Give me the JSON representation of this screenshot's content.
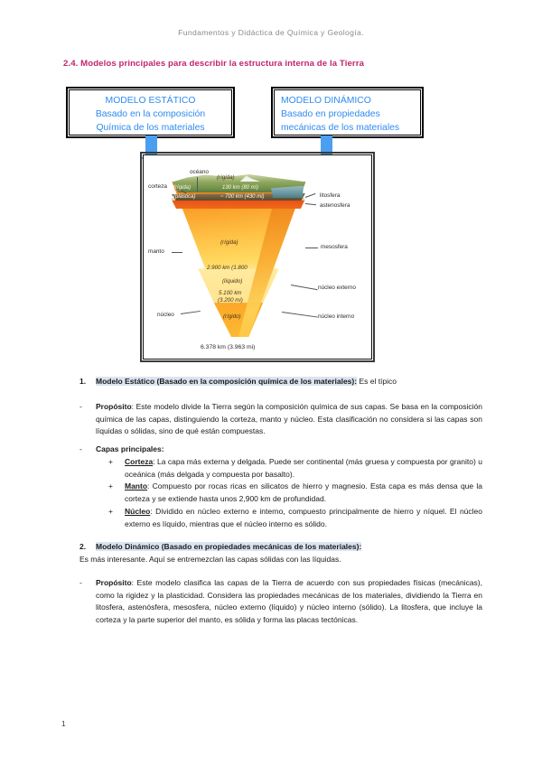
{
  "document": {
    "running_header": "Fundamentos y Didáctica de Química y Geología.",
    "section_heading": "2.4. Modelos principales para describir la estructura interna de la Tierra",
    "page_number": "1",
    "heading_color": "#c2256b",
    "highlight_color": "#dbe5f1",
    "box_text_color": "#2e8bf0",
    "arrow_color": "#4a9ff0"
  },
  "boxes": {
    "static_model": {
      "line1": "MODELO ESTÁTICO",
      "line2": "Basado en la composición",
      "line3": "Química de los materiales"
    },
    "dynamic_model": {
      "line1": "MODELO DINÁMICO",
      "line2": "Basado en propiedades",
      "line3": "mecánicas de los materiales"
    }
  },
  "figure": {
    "caption_bottom": "6.378 km (3.963 mi)",
    "labels_left": {
      "corteza": "corteza",
      "oceano": "océano",
      "manto": "manto",
      "nucleo": "núcleo"
    },
    "labels_right": {
      "litosfera": "litosfera",
      "astenosfera": "astenosfera",
      "mesosfera": "mesosfera",
      "nucleo_externo": "núcleo externo",
      "nucleo_interno": "núcleo interno"
    },
    "labels_inside": {
      "rigida_top": "(rígida)",
      "rigida_band": "(rígida)",
      "plastica": "(plástica)",
      "depth_130": "130 km (80 mi)",
      "depth_700": "~ 700 km (430 mi)",
      "rigida_manto": "(rígida)",
      "depth_2900": "2.900 km (1.800",
      "liquido": "(líquido)",
      "depth_5100_a": "5.100 km",
      "depth_5100_b": "(3.200 mi)",
      "rigido_core": "(rígido)"
    }
  },
  "content": {
    "item1": {
      "marker": "1.",
      "highlighted": "Modelo Estático (Basado en la composición química de los materiales):",
      "rest": " Es el típico"
    },
    "item1_proposito": {
      "marker": "-",
      "label": "Propósito",
      "text": ": Este modelo divide la Tierra según la composición química de sus capas. Se basa en la composición química de las capas, distinguiendo la corteza, manto y núcleo. Esta clasificación no considera si las capas son líquidas o sólidas, sino de qué están compuestas."
    },
    "item1_capas": {
      "marker": "-",
      "label": "Capas principales:"
    },
    "capa_corteza": {
      "marker": "+",
      "term": "Corteza",
      "text": ": La capa más externa y delgada. Puede ser continental (más gruesa y compuesta por granito) u oceánica (más delgada y compuesta por basalto)."
    },
    "capa_manto": {
      "marker": "+",
      "term": "Manto",
      "text": ": Compuesto por rocas ricas en silicatos de hierro y magnesio. Esta capa es más densa que la corteza y se extiende hasta unos 2,900 km de profundidad."
    },
    "capa_nucleo": {
      "marker": "+",
      "term": "Núcleo",
      "text": ": Dividido en núcleo externo e interno, compuesto principalmente de hierro y níquel. El núcleo externo es líquido, mientras que el núcleo interno es sólido."
    },
    "item2": {
      "marker": "2.",
      "highlighted": "Modelo Dinámico (Basado en propiedades mecánicas de los materiales):",
      "followup": "Es más interesante. Aquí se entremezclan las capas sólidas con las líquidas."
    },
    "item2_proposito": {
      "marker": "-",
      "label": "Propósito",
      "text": ": Este modelo clasifica las capas de la Tierra de acuerdo con sus propiedades físicas (mecánicas), como la rigidez y la plasticidad.  Considera las propiedades mecánicas de los materiales, dividiendo la Tierra en litosfera, astenósfera, mesosfera, núcleo externo (líquido) y núcleo interno (sólido). La litosfera, que incluye la corteza y la parte superior del manto, es sólida y forma las placas tectónicas."
    }
  }
}
